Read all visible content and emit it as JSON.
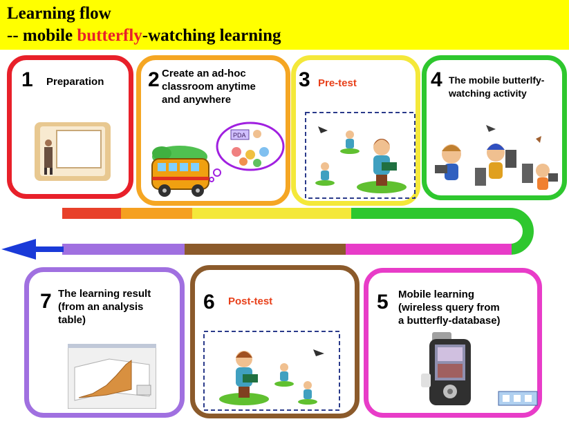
{
  "title": {
    "line1": "Learning flow",
    "line2_prefix": "-- mobile ",
    "line2_highlight": "butterfly",
    "line2_suffix": "-watching learning"
  },
  "steps": [
    {
      "number": "1",
      "label_lines": [
        "Preparation"
      ],
      "color": "#e8202a"
    },
    {
      "number": "2",
      "label_lines": [
        "Create an ad-hoc",
        "classroom anytime",
        "and anywhere"
      ],
      "color": "#f5a623"
    },
    {
      "number": "3",
      "label_lines": [
        "Pre-test"
      ],
      "color": "#f4e83a"
    },
    {
      "number": "4",
      "label_lines": [
        "The mobile butterlfy-",
        "watching activity"
      ],
      "color": "#2ec72e"
    },
    {
      "number": "5",
      "label_lines": [
        "Mobile learning",
        "(wireless query from",
        "a butterfly-database)"
      ],
      "color": "#e83cc8"
    },
    {
      "number": "6",
      "label_lines": [
        "Post-test"
      ],
      "color": "#8b5a2b"
    },
    {
      "number": "7",
      "label_lines": [
        "The learning result",
        "(from an analysis",
        "table)"
      ],
      "color": "#a070e0"
    }
  ],
  "bus_sign": "PDA",
  "colors": {
    "header_bg": "#ffff00",
    "highlight_text": "#e8202a",
    "step_label_highlight": "#e8401a",
    "arrow_head": "#1a3ad8",
    "track_top": [
      "#e8402a",
      "#f5a020",
      "#f4e83a",
      "#2ec72e"
    ],
    "track_bottom": [
      "#a070e0",
      "#8b5a2b",
      "#e83cc8"
    ]
  }
}
